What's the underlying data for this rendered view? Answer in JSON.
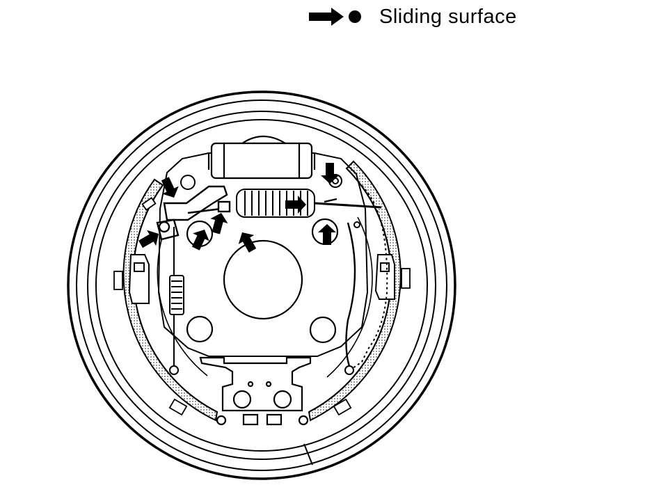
{
  "legend": {
    "label": "Sliding surface",
    "symbol_icon": "arrow-dot-icon"
  },
  "drawing": {
    "subject": "drum-brake-assembly",
    "line_color": "#000000",
    "background_color": "#ffffff",
    "sliding_surface_arrow_count": 8
  }
}
